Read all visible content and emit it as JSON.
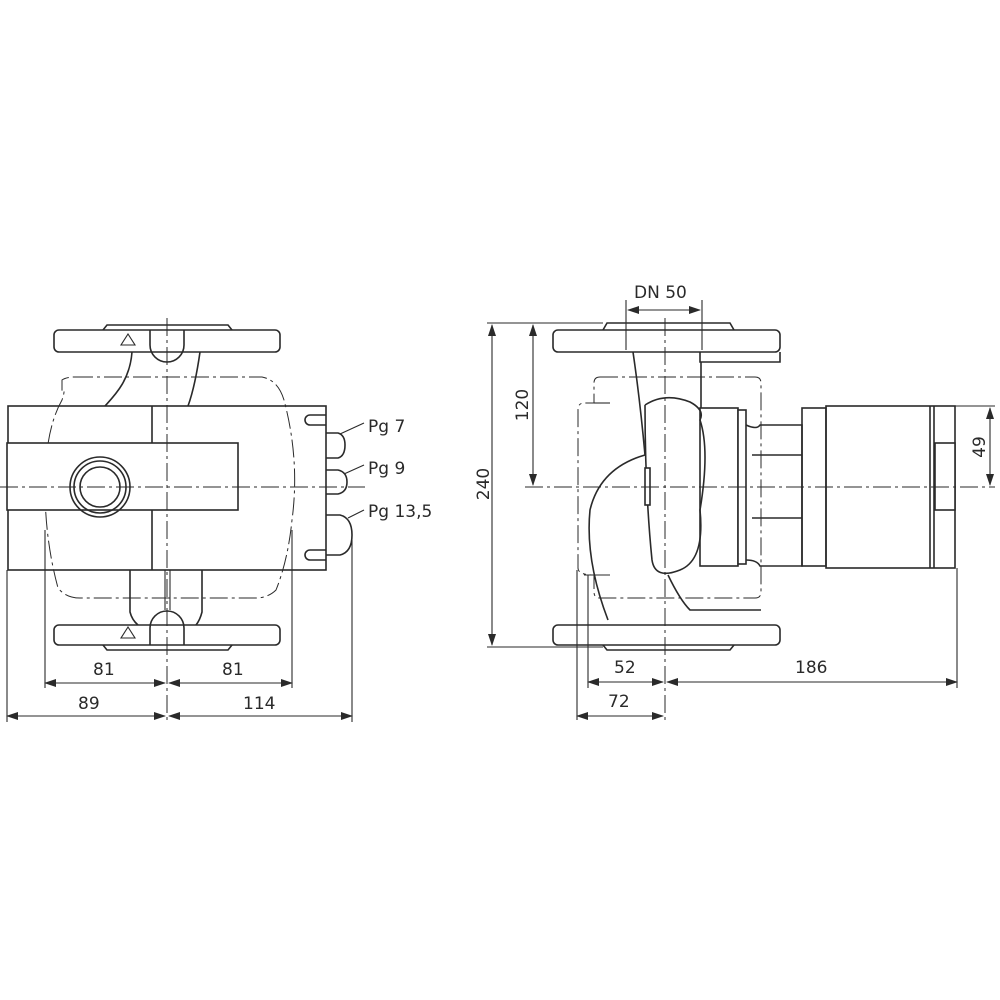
{
  "front_view": {
    "cable_glands": [
      "Pg 7",
      "Pg 9",
      "Pg 13,5"
    ],
    "dimensions": {
      "left_inner": "81",
      "right_inner": "81",
      "left_outer": "89",
      "right_outer": "114"
    }
  },
  "side_view": {
    "nominal_diameter": "DN 50",
    "dimensions": {
      "total_height": "240",
      "half_height": "120",
      "motor_half": "49",
      "front_52": "52",
      "front_72": "72",
      "motor_length": "186"
    }
  }
}
